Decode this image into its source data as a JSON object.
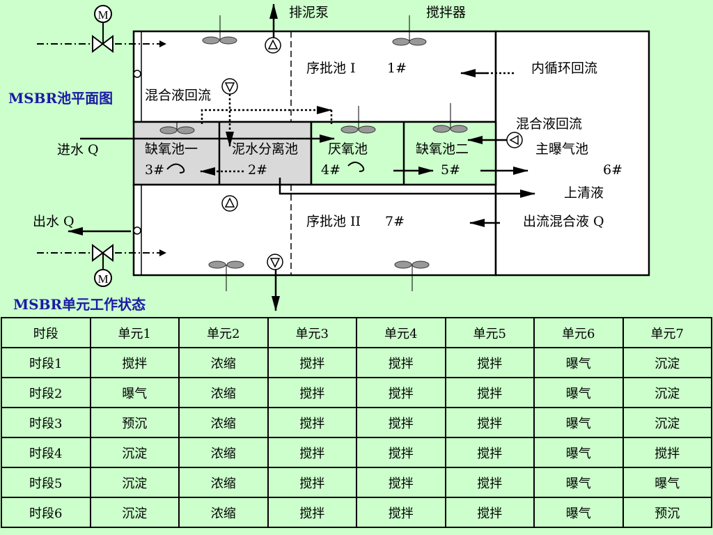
{
  "title_plan": "MSBR池平面图",
  "title_state": "MSBR单元工作状态",
  "labels": {
    "sludge_pump": "排泥泵",
    "mixer": "搅拌器",
    "batch1": "序批池 I",
    "no1": "1#",
    "inner_recycle": "内循环回流",
    "mixed_recycle_left": "混合液回流",
    "mixed_recycle_right": "混合液回流",
    "inflow": "进水 Q",
    "anoxic1": "缺氧池一",
    "no3": "3#",
    "separator": "泥水分离池",
    "no2": "2#",
    "anaerobic": "厌氧池",
    "no4": "4#",
    "anoxic2": "缺氧池二",
    "no5": "5#",
    "main_aeration": "主曝气池",
    "no6": "6#",
    "supernatant": "上清液",
    "outflow": "出水 Q",
    "batch2": "序批池 II",
    "no7": "7#",
    "outflow_mixed": "出流混合液 Q",
    "motor_top": "M",
    "motor_bottom": "M"
  },
  "table": {
    "header": [
      "时段",
      "单元1",
      "单元2",
      "单元3",
      "单元4",
      "单元5",
      "单元6",
      "单元7"
    ],
    "rows": [
      [
        "时段1",
        "搅拌",
        "浓缩",
        "搅拌",
        "搅拌",
        "搅拌",
        "曝气",
        "沉淀"
      ],
      [
        "时段2",
        "曝气",
        "浓缩",
        "搅拌",
        "搅拌",
        "搅拌",
        "曝气",
        "沉淀"
      ],
      [
        "时段3",
        "预沉",
        "浓缩",
        "搅拌",
        "搅拌",
        "搅拌",
        "曝气",
        "沉淀"
      ],
      [
        "时段4",
        "沉淀",
        "浓缩",
        "搅拌",
        "搅拌",
        "搅拌",
        "曝气",
        "搅拌"
      ],
      [
        "时段5",
        "沉淀",
        "浓缩",
        "搅拌",
        "搅拌",
        "搅拌",
        "曝气",
        "曝气"
      ],
      [
        "时段6",
        "沉淀",
        "浓缩",
        "搅拌",
        "搅拌",
        "搅拌",
        "曝气",
        "预沉"
      ]
    ]
  },
  "colors": {
    "background": "#ccffcc",
    "gray_cell": "#d9d9d9",
    "title_blue": "#1a1aa6"
  }
}
